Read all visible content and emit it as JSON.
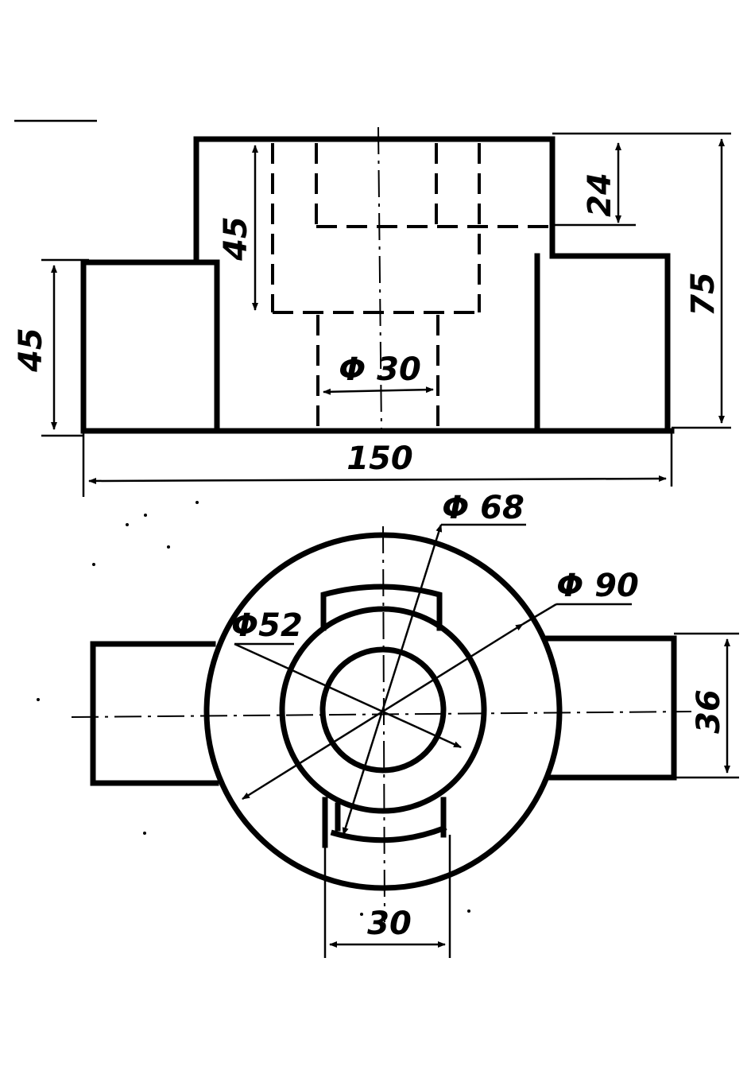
{
  "front_view": {
    "dims": {
      "left_height": "45",
      "inner_depth": "45",
      "top_depth": "24",
      "total_height": "75",
      "bore_diameter": "Φ 30",
      "overall_length": "150"
    }
  },
  "top_view": {
    "dims": {
      "outer_diameter": "Φ 90",
      "boss_diameter": "Φ 68",
      "cavity_diameter": "Φ52",
      "arm_width": "36",
      "slot_width": "30"
    }
  },
  "colors": {
    "ink": "#000000",
    "paper": "#ffffff"
  }
}
